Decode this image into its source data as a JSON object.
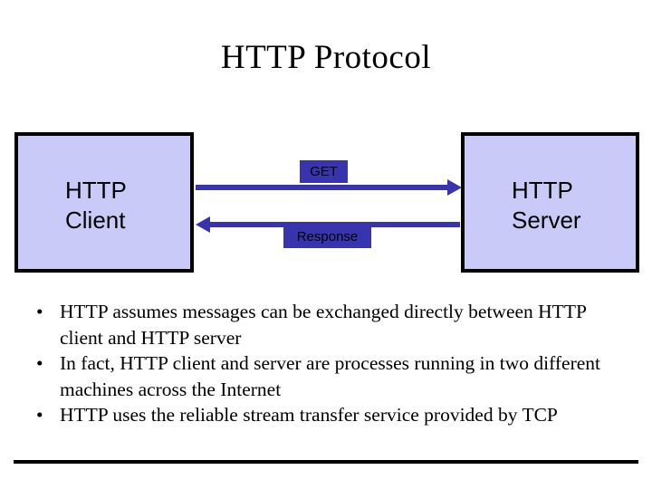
{
  "slide": {
    "title": "HTTP Protocol",
    "background_color": "#ffffff"
  },
  "diagram": {
    "type": "client-server-request-response",
    "accent_color": "#3834ad",
    "node_fill_color": "#c9caf7",
    "node_border_color": "#000000",
    "nodes": [
      {
        "id": "client",
        "label": "HTTP\nClient"
      },
      {
        "id": "server",
        "label": "HTTP\nServer"
      }
    ],
    "arrows": [
      {
        "id": "get",
        "label": "GET",
        "direction": "client-to-server"
      },
      {
        "id": "response",
        "label": "Response",
        "direction": "server-to-client"
      }
    ]
  },
  "bullets": {
    "marker": "•",
    "items": [
      "HTTP assumes messages can be exchanged directly between HTTP client and HTTP server",
      "In fact, HTTP client and server are processes running in two different machines across the Internet",
      "HTTP uses the reliable stream transfer service provided by TCP"
    ]
  }
}
